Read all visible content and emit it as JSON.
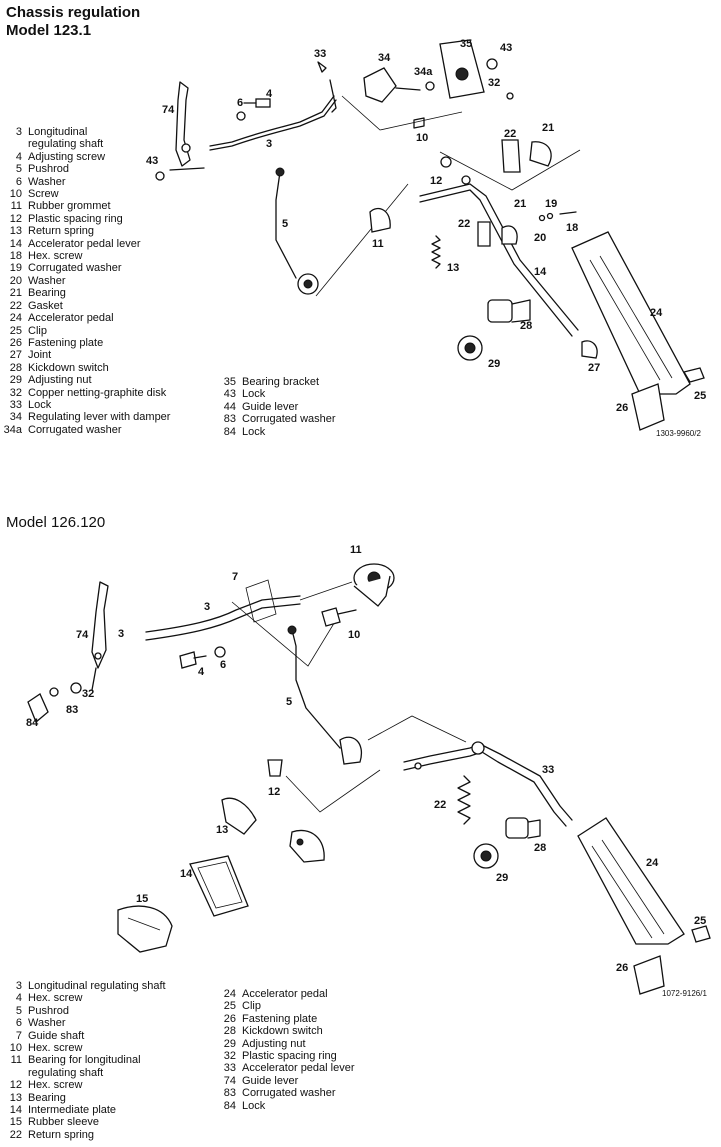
{
  "section1": {
    "title_line1": "Chassis regulation",
    "title_line2": "Model 123.1",
    "ref_code": "1303-9960/2",
    "callouts": [
      "33",
      "34",
      "35",
      "43",
      "74",
      "4",
      "6",
      "34a",
      "32",
      "3",
      "10",
      "22",
      "21",
      "43",
      "12",
      "5",
      "21",
      "19",
      "11",
      "22",
      "20",
      "18",
      "13",
      "14",
      "28",
      "24",
      "29",
      "27",
      "25",
      "26"
    ],
    "legend_left": [
      {
        "num": "3",
        "text": "Longitudinal\nregulating shaft"
      },
      {
        "num": "4",
        "text": "Adjusting screw"
      },
      {
        "num": "5",
        "text": "Pushrod"
      },
      {
        "num": "6",
        "text": "Washer"
      },
      {
        "num": "10",
        "text": "Screw"
      },
      {
        "num": "11",
        "text": "Rubber grommet"
      },
      {
        "num": "12",
        "text": "Plastic spacing ring"
      },
      {
        "num": "13",
        "text": "Return spring"
      },
      {
        "num": "14",
        "text": "Accelerator pedal lever"
      },
      {
        "num": "18",
        "text": "Hex. screw"
      },
      {
        "num": "19",
        "text": "Corrugated washer"
      },
      {
        "num": "20",
        "text": "Washer"
      },
      {
        "num": "21",
        "text": "Bearing"
      },
      {
        "num": "22",
        "text": "Gasket"
      },
      {
        "num": "24",
        "text": "Accelerator pedal"
      },
      {
        "num": "25",
        "text": "Clip"
      },
      {
        "num": "26",
        "text": "Fastening plate"
      },
      {
        "num": "27",
        "text": "Joint"
      },
      {
        "num": "28",
        "text": "Kickdown switch"
      },
      {
        "num": "29",
        "text": "Adjusting nut"
      },
      {
        "num": "32",
        "text": "Copper netting-graphite disk"
      },
      {
        "num": "33",
        "text": "Lock"
      },
      {
        "num": "34",
        "text": "Regulating lever with damper"
      },
      {
        "num": "34a",
        "text": "Corrugated washer"
      }
    ],
    "legend_right": [
      {
        "num": "35",
        "text": "Bearing bracket"
      },
      {
        "num": "43",
        "text": "Lock"
      },
      {
        "num": "44",
        "text": "Guide lever"
      },
      {
        "num": "83",
        "text": "Corrugated washer"
      },
      {
        "num": "84",
        "text": "Lock"
      }
    ]
  },
  "section2": {
    "title": "Model 126.120",
    "ref_code": "1072-9126/1",
    "callouts": [
      "11",
      "7",
      "3",
      "74",
      "3",
      "10",
      "4",
      "6",
      "32",
      "83",
      "84",
      "5",
      "33",
      "12",
      "22",
      "13",
      "28",
      "14",
      "29",
      "24",
      "15",
      "25",
      "26"
    ],
    "legend_left": [
      {
        "num": "3",
        "text": "Longitudinal regulating shaft"
      },
      {
        "num": "4",
        "text": "Hex. screw"
      },
      {
        "num": "5",
        "text": "Pushrod"
      },
      {
        "num": "6",
        "text": "Washer"
      },
      {
        "num": "7",
        "text": "Guide shaft"
      },
      {
        "num": "10",
        "text": "Hex. screw"
      },
      {
        "num": "11",
        "text": "Bearing for longitudinal\nregulating shaft"
      },
      {
        "num": "12",
        "text": "Hex. screw"
      },
      {
        "num": "13",
        "text": "Bearing"
      },
      {
        "num": "14",
        "text": "Intermediate plate"
      },
      {
        "num": "15",
        "text": "Rubber sleeve"
      },
      {
        "num": "22",
        "text": "Return spring"
      }
    ],
    "legend_right": [
      {
        "num": "24",
        "text": "Accelerator pedal"
      },
      {
        "num": "25",
        "text": "Clip"
      },
      {
        "num": "26",
        "text": "Fastening plate"
      },
      {
        "num": "28",
        "text": "Kickdown switch"
      },
      {
        "num": "29",
        "text": "Adjusting nut"
      },
      {
        "num": "32",
        "text": "Plastic spacing ring"
      },
      {
        "num": "33",
        "text": "Accelerator pedal lever"
      },
      {
        "num": "74",
        "text": "Guide lever"
      },
      {
        "num": "83",
        "text": "Corrugated washer"
      },
      {
        "num": "84",
        "text": "Lock"
      }
    ]
  }
}
